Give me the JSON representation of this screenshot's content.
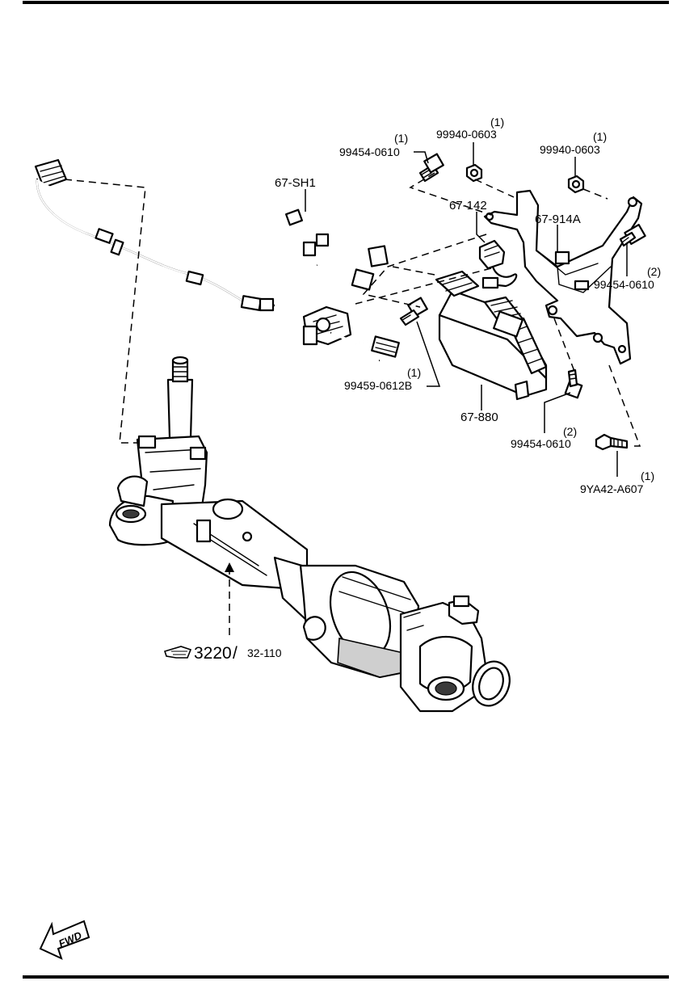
{
  "labels": {
    "b1_qty": "(1)",
    "b1_code": "99454-0610",
    "n1_qty": "(1)",
    "n1_code": "99940-0603",
    "n2_qty": "(1)",
    "n2_code": "99940-0603",
    "harness": "67-SH1",
    "sensor": "67-142",
    "bracket": "67-914A",
    "b2_qty": "(2)",
    "b2_code": "99454-0610",
    "b3_qty": "(1)",
    "b3_code": "99459-0612B",
    "module": "67-880",
    "b4_qty": "(2)",
    "b4_code": "99454-0610",
    "b5_qty": "(1)",
    "b5_code": "9YA42-A607",
    "ref_main": "3220",
    "ref_sep": "/",
    "ref_sub": "32-110",
    "fwd": "FWD"
  },
  "icons": {
    "ref_hand": "pointing-hand-icon",
    "fwd_arrow": "fwd-arrow-icon"
  }
}
